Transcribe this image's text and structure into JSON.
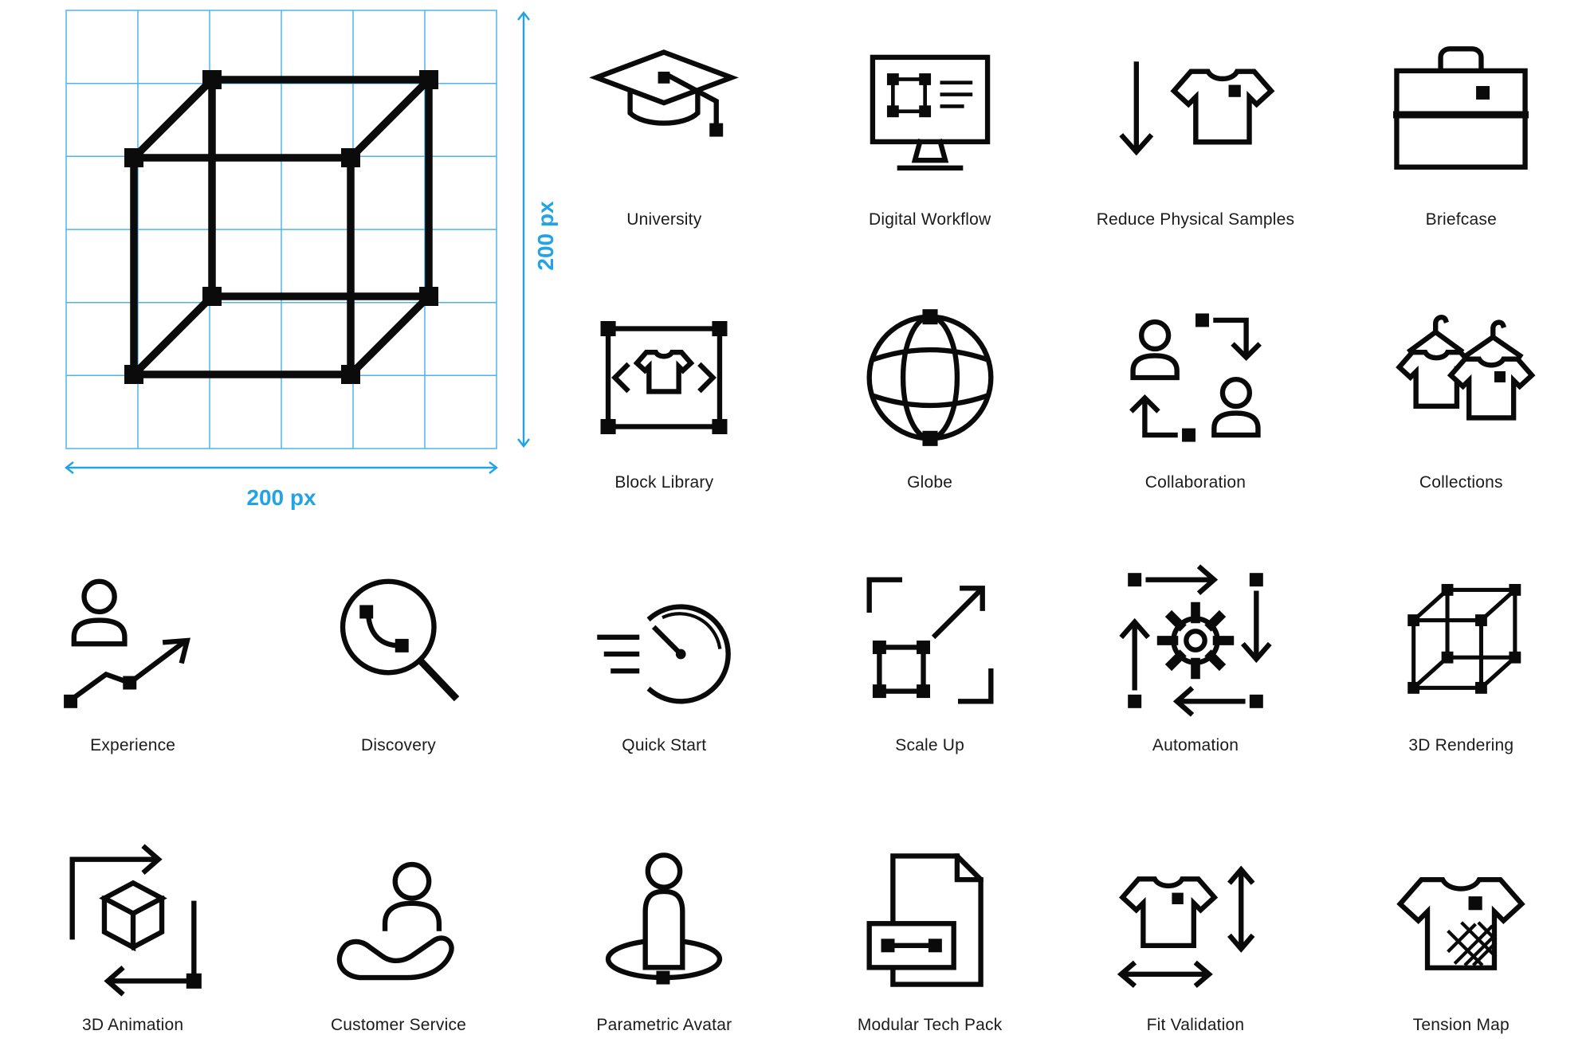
{
  "page": {
    "background": "#ffffff",
    "icon_color": "#0a0a0a",
    "label_color": "#1b1b1b",
    "accent_color": "#21A3E6"
  },
  "demo": {
    "width_label": "200 px",
    "height_label": "200 px",
    "grid_columns": 6,
    "grid_rows": 6
  },
  "icons": [
    {
      "icon": "university-icon",
      "label": "University"
    },
    {
      "icon": "digital-workflow-icon",
      "label": "Digital Workflow"
    },
    {
      "icon": "reduce-physical-samples-icon",
      "label": "Reduce Physical Samples"
    },
    {
      "icon": "briefcase-icon",
      "label": "Briefcase"
    },
    {
      "icon": "block-library-icon",
      "label": "Block Library"
    },
    {
      "icon": "globe-icon",
      "label": "Globe"
    },
    {
      "icon": "collaboration-icon",
      "label": "Collaboration"
    },
    {
      "icon": "collections-icon",
      "label": "Collections"
    },
    {
      "icon": "experience-icon",
      "label": "Experience"
    },
    {
      "icon": "discovery-icon",
      "label": "Discovery"
    },
    {
      "icon": "quick-start-icon",
      "label": "Quick Start"
    },
    {
      "icon": "scale-up-icon",
      "label": "Scale Up"
    },
    {
      "icon": "automation-icon",
      "label": "Automation"
    },
    {
      "icon": "3d-rendering-icon",
      "label": "3D Rendering"
    },
    {
      "icon": "3d-animation-icon",
      "label": "3D Animation"
    },
    {
      "icon": "customer-service-icon",
      "label": "Customer Service"
    },
    {
      "icon": "parametric-avatar-icon",
      "label": "Parametric Avatar"
    },
    {
      "icon": "modular-tech-pack-icon",
      "label": "Modular Tech Pack"
    },
    {
      "icon": "fit-validation-icon",
      "label": "Fit Validation"
    },
    {
      "icon": "tension-map-icon",
      "label": "Tension Map"
    }
  ]
}
